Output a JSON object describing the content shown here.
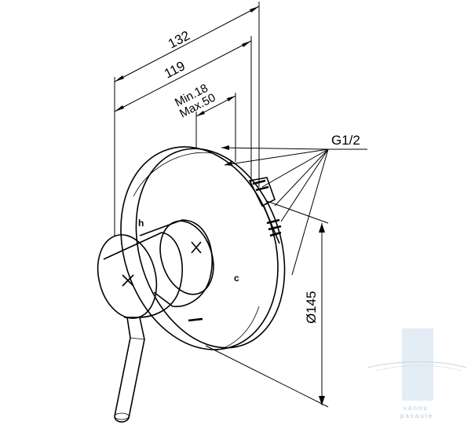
{
  "dimensions": {
    "overall_depth": "132",
    "body_depth": "119",
    "wall_min": "Min.18",
    "wall_max": "Max.50",
    "thread": "G1/2",
    "plate_diameter": "Ø145"
  },
  "marks": {
    "hot": "h",
    "cold": "c"
  },
  "watermark": {
    "line1": "vannu",
    "line2": "pasaule"
  }
}
